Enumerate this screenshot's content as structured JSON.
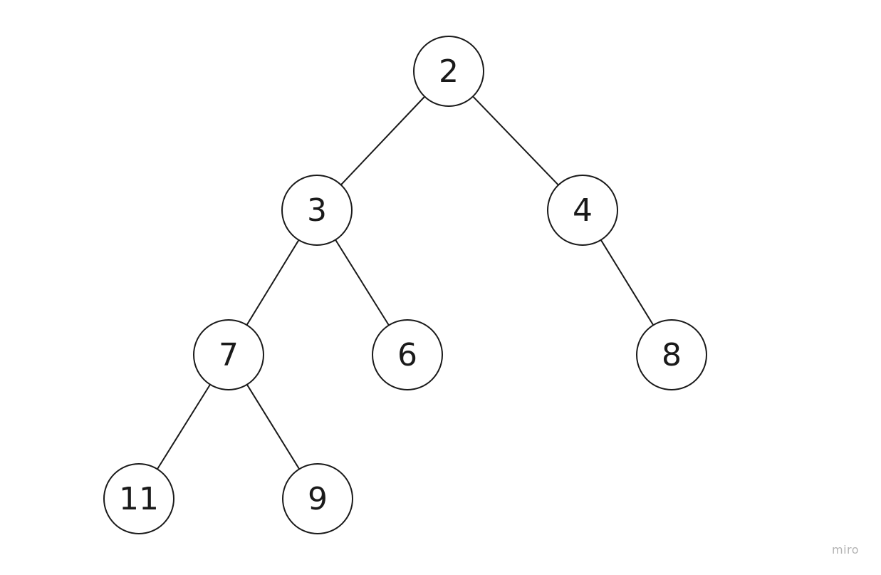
{
  "diagram": {
    "type": "binary-tree",
    "root": "n2",
    "nodes": [
      {
        "id": "n2",
        "label": "2"
      },
      {
        "id": "n3",
        "label": "3"
      },
      {
        "id": "n4",
        "label": "4"
      },
      {
        "id": "n7",
        "label": "7"
      },
      {
        "id": "n6",
        "label": "6"
      },
      {
        "id": "n8",
        "label": "8"
      },
      {
        "id": "n11",
        "label": "11"
      },
      {
        "id": "n9",
        "label": "9"
      }
    ],
    "edges": [
      {
        "from": "n2",
        "to": "n3"
      },
      {
        "from": "n2",
        "to": "n4"
      },
      {
        "from": "n3",
        "to": "n7"
      },
      {
        "from": "n3",
        "to": "n6"
      },
      {
        "from": "n4",
        "to": "n8"
      },
      {
        "from": "n7",
        "to": "n11"
      },
      {
        "from": "n7",
        "to": "n9"
      }
    ],
    "colors": {
      "stroke": "#1a1a1a",
      "node_fill": "#ffffff",
      "background": "#ffffff"
    }
  },
  "watermark": {
    "text": "miro",
    "color": "#b3b3b3"
  }
}
